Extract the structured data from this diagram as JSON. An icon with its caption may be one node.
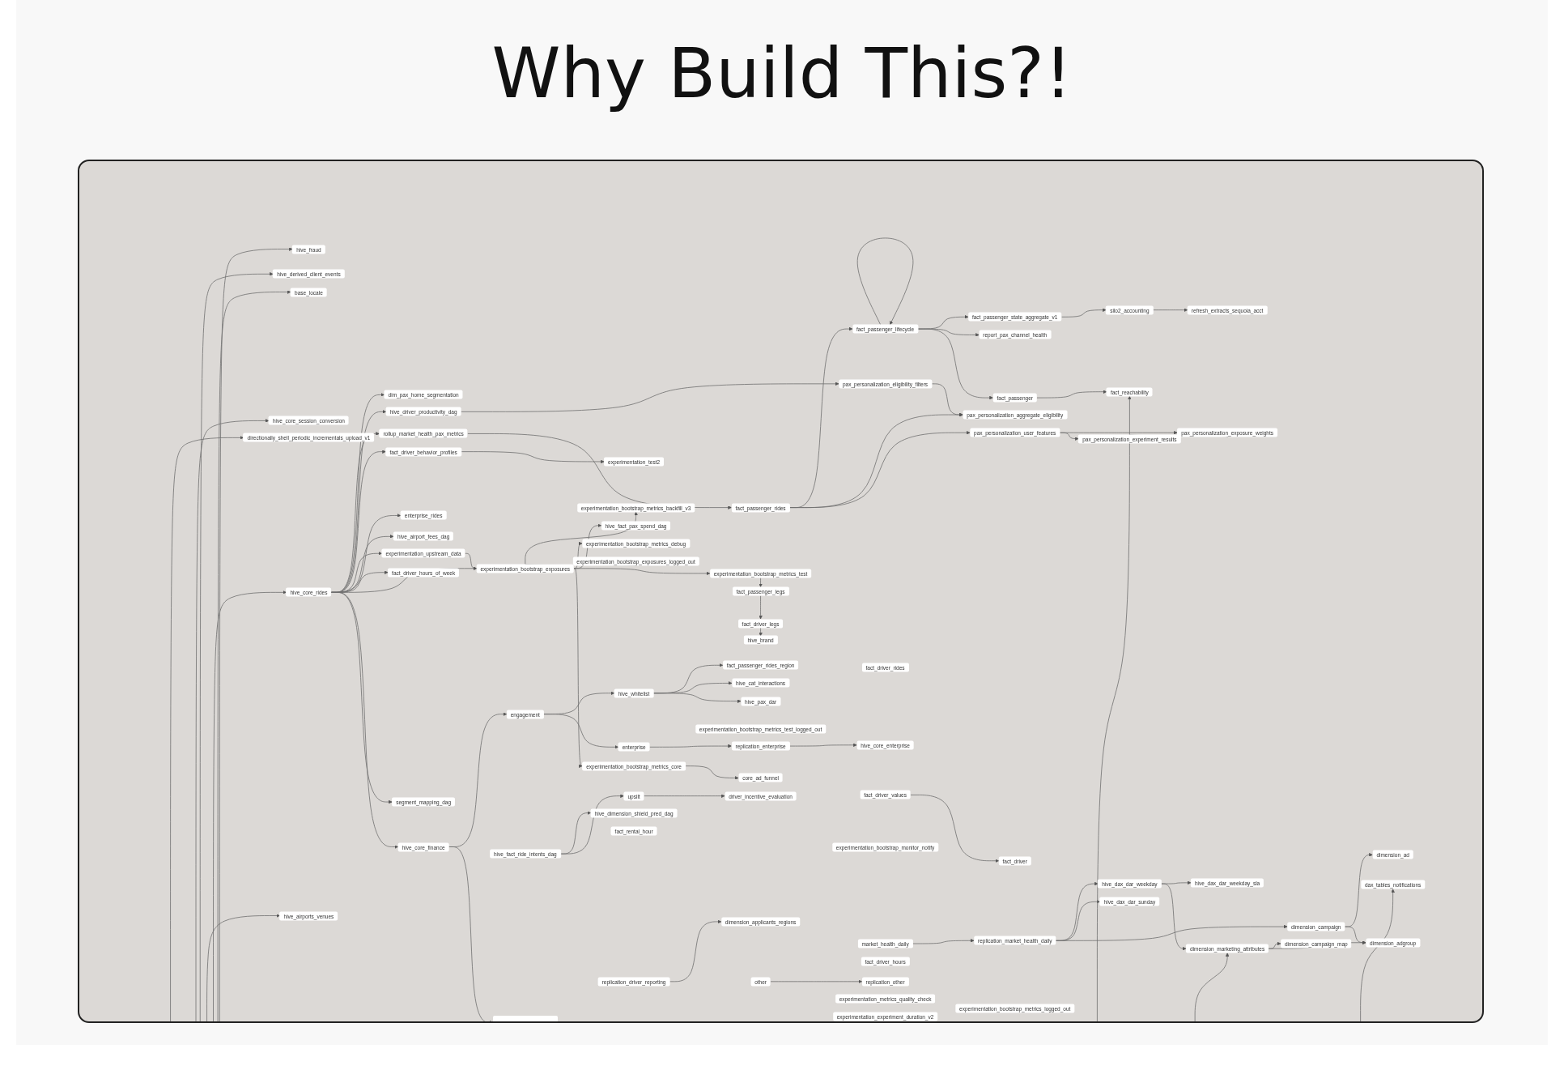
{
  "diagram": {
    "title": "Why Build This?!",
    "nodes": [
      {
        "text": [
          "hive_fraud"
        ]
      },
      {
        "text": [
          "hive_derived_client_events"
        ]
      },
      {
        "text": [
          "base_locale"
        ]
      },
      {
        "text": [
          "hive_core_session_conversion"
        ]
      },
      {
        "text": [
          "directionally_shell_periodic_incrementals_upload_v1"
        ]
      },
      {
        "text": [
          "dim_pax_home_segmentation"
        ]
      },
      {
        "text": [
          "hive_driver_productivity_dag"
        ]
      },
      {
        "text": [
          "rollup_market_health_pax_metrics"
        ]
      },
      {
        "text": [
          "fact_driver_behavior_profiles"
        ]
      },
      {
        "text": [
          "experimentation_test2"
        ]
      },
      {
        "text": [
          "enterprise_rides"
        ]
      },
      {
        "text": [
          "hive_airport_fees_dag"
        ]
      },
      {
        "text": [
          "experimentation_upstream_data"
        ]
      },
      {
        "text": [
          "fact_driver_hours_of_week"
        ]
      },
      {
        "text": [
          "hive_core_rides"
        ]
      },
      {
        "text": [
          "experimentation_bootstrap_exposures"
        ]
      },
      {
        "text": [
          "experimentation_bootstrap_metrics_backfill_v3"
        ]
      },
      {
        "text": [
          "hive_fact_pax_spend_dag"
        ]
      },
      {
        "text": [
          "experimentation_bootstrap_metrics_debug"
        ]
      },
      {
        "text": [
          "experimentation_bootstrap_exposures_logged_out"
        ]
      },
      {
        "text": [
          "fact_passenger_rides"
        ]
      },
      {
        "text": [
          "experimentation_bootstrap_metrics_test"
        ]
      },
      {
        "text": [
          "fact_passenger_legs"
        ]
      },
      {
        "text": [
          "fact_driver_legs"
        ]
      },
      {
        "text": [
          "hive_brand"
        ]
      },
      {
        "text": [
          "fact_passenger_rides_region"
        ]
      },
      {
        "text": [
          "hive_cat_interactions"
        ]
      },
      {
        "text": [
          "hive_pax_dar"
        ]
      },
      {
        "text": [
          "hive_whitelist"
        ]
      },
      {
        "text": [
          "engagement"
        ]
      },
      {
        "text": [
          "experimentation_bootstrap_metrics_test_logged_out"
        ]
      },
      {
        "text": [
          "enterprise"
        ]
      },
      {
        "text": [
          "replication_enterprise"
        ]
      },
      {
        "text": [
          "experimentation_bootstrap_metrics_core"
        ]
      },
      {
        "text": [
          "core_ad_funnel"
        ]
      },
      {
        "text": [
          "upsilt"
        ]
      },
      {
        "text": [
          "driver_incentive_evaluation"
        ]
      },
      {
        "text": [
          "hive_dimension_shield_pred_dag"
        ]
      },
      {
        "text": [
          "fact_rental_hour"
        ]
      },
      {
        "text": [
          "hive_fact_ride_intents_dag"
        ]
      },
      {
        "text": [
          "segment_mapping_dag"
        ]
      },
      {
        "text": [
          "hive_core_finance"
        ]
      },
      {
        "text": [
          "hive_airports_venues"
        ]
      },
      {
        "text": [
          "fact_passenger_lifecycle"
        ]
      },
      {
        "text": [
          "fact_passenger_state_aggregate_v1"
        ]
      },
      {
        "text": [
          "report_pax_channel_health"
        ]
      },
      {
        "text": [
          "silo2_accounting"
        ]
      },
      {
        "text": [
          "refresh_extracts_sequoia_acct"
        ]
      },
      {
        "text": [
          "pax_personalization_eligibility_filters"
        ]
      },
      {
        "text": [
          "fact_passenger"
        ]
      },
      {
        "text": [
          "fact_reachability"
        ]
      },
      {
        "text": [
          "pax_personalization_aggregate_eligibility"
        ]
      },
      {
        "text": [
          "pax_personalization_user_features"
        ]
      },
      {
        "text": [
          "pax_personalization_experiment_results"
        ]
      },
      {
        "text": [
          "pax_personalization_exposure_weights"
        ]
      },
      {
        "text": [
          "fact_driver_rides"
        ]
      },
      {
        "text": [
          "hive_core_enterprise"
        ]
      },
      {
        "text": [
          "fact_driver_values"
        ]
      },
      {
        "text": [
          "experimentation_bootstrap_monitor_notify"
        ]
      },
      {
        "text": [
          "fact_driver"
        ]
      },
      {
        "text": [
          "dimension_applicants_regions"
        ]
      },
      {
        "text": [
          "market_health_daily"
        ]
      },
      {
        "text": [
          "fact_driver_hours"
        ]
      },
      {
        "text": [
          "replication_driver_reporting"
        ]
      },
      {
        "text": [
          "other"
        ]
      },
      {
        "text": [
          "replication_other"
        ]
      },
      {
        "text": [
          "experimentation_metrics_quality_check"
        ]
      },
      {
        "text": [
          "experimentation_experiment_duration_v2"
        ]
      },
      {
        "text": [
          "replication_market_health_daily"
        ]
      },
      {
        "text": [
          "experimentation_bootstrap_metrics_logged_out"
        ]
      },
      {
        "text": [
          "hive_dax_dar_weekday"
        ]
      },
      {
        "text": [
          "hive_dax_dar_weekday_sla"
        ]
      },
      {
        "text": [
          "hive_dax_dar_sunday"
        ]
      },
      {
        "text": [
          "dimension_campaign"
        ]
      },
      {
        "text": [
          "dimension_campaign_map"
        ]
      },
      {
        "text": [
          "dimension_marketing_attributes"
        ]
      },
      {
        "text": [
          "dimension_adgroup"
        ]
      },
      {
        "text": [
          "dimension_ad"
        ]
      },
      {
        "text": [
          "dax_tables_notifications"
        ]
      },
      {
        "text": [],
        "shape": "box"
      }
    ],
    "edges": [
      {
        "from": null,
        "to": 0,
        "arrow": "to"
      },
      {
        "from": null,
        "to": 1,
        "arrow": "to"
      },
      {
        "from": null,
        "to": 2,
        "arrow": "to"
      },
      {
        "from": null,
        "to": 3,
        "arrow": "to"
      },
      {
        "from": null,
        "to": 4,
        "arrow": "to"
      },
      {
        "from": null,
        "to": 14,
        "arrow": "to"
      },
      {
        "from": null,
        "to": 42,
        "arrow": "to"
      },
      {
        "from": 14,
        "to": 5,
        "arrow": "to"
      },
      {
        "from": 14,
        "to": 6,
        "arrow": "to"
      },
      {
        "from": 14,
        "to": 7,
        "arrow": "to"
      },
      {
        "from": 14,
        "to": 8,
        "arrow": "to"
      },
      {
        "from": 14,
        "to": 10,
        "arrow": "to"
      },
      {
        "from": 14,
        "to": 11,
        "arrow": "to"
      },
      {
        "from": 14,
        "to": 12,
        "arrow": "to"
      },
      {
        "from": 14,
        "to": 13,
        "arrow": "to"
      },
      {
        "from": 14,
        "to": 15,
        "arrow": "to"
      },
      {
        "from": 14,
        "to": 40,
        "arrow": "to"
      },
      {
        "from": 14,
        "to": 41,
        "arrow": "to"
      },
      {
        "from": 12,
        "to": 15,
        "arrow": "to"
      },
      {
        "from": 15,
        "to": 16,
        "arrow": "to"
      },
      {
        "from": 15,
        "to": 17,
        "arrow": "to"
      },
      {
        "from": 15,
        "to": 18,
        "arrow": "to"
      },
      {
        "from": 15,
        "to": 19,
        "arrow": "to"
      },
      {
        "from": 15,
        "to": 21,
        "arrow": "to"
      },
      {
        "from": 15,
        "to": 33,
        "arrow": "to"
      },
      {
        "from": 8,
        "to": 9,
        "arrow": "to"
      },
      {
        "from": 7,
        "to": 20,
        "arrow": "to"
      },
      {
        "from": 6,
        "to": 48,
        "arrow": "to"
      },
      {
        "from": 20,
        "to": 43,
        "arrow": "to"
      },
      {
        "from": 20,
        "to": 52,
        "arrow": "to"
      },
      {
        "from": 20,
        "to": 51,
        "arrow": "to"
      },
      {
        "from": 43,
        "to": 43,
        "arrow": "to"
      },
      {
        "from": 43,
        "to": 44,
        "arrow": "to"
      },
      {
        "from": 43,
        "to": 45,
        "arrow": "to"
      },
      {
        "from": 43,
        "to": 49,
        "arrow": "to"
      },
      {
        "from": 44,
        "to": 46,
        "arrow": "to"
      },
      {
        "from": 46,
        "to": 47,
        "arrow": "to"
      },
      {
        "from": 49,
        "to": 50,
        "arrow": "to"
      },
      {
        "from": 48,
        "to": 51,
        "arrow": "to"
      },
      {
        "from": 52,
        "to": 54,
        "arrow": "to"
      },
      {
        "from": 52,
        "to": 53,
        "arrow": "to"
      },
      {
        "from": 53,
        "to": 54,
        "arrow": "to"
      },
      {
        "from": 21,
        "to": 22,
        "arrow": "to"
      },
      {
        "from": 22,
        "to": 23,
        "arrow": "to"
      },
      {
        "from": 23,
        "to": 24,
        "arrow": "to"
      },
      {
        "from": 28,
        "to": 25,
        "arrow": "to"
      },
      {
        "from": 28,
        "to": 26,
        "arrow": "to"
      },
      {
        "from": 28,
        "to": 27,
        "arrow": "to"
      },
      {
        "from": 29,
        "to": 28,
        "arrow": "to"
      },
      {
        "from": 29,
        "to": 31,
        "arrow": "to"
      },
      {
        "from": 31,
        "to": 32,
        "arrow": "to"
      },
      {
        "from": 32,
        "to": 56,
        "arrow": "to"
      },
      {
        "from": 33,
        "to": 34,
        "arrow": "to"
      },
      {
        "from": 35,
        "to": 36,
        "arrow": "to"
      },
      {
        "from": 39,
        "to": 35,
        "arrow": "to"
      },
      {
        "from": 39,
        "to": 37,
        "arrow": "to"
      },
      {
        "from": 41,
        "to": 29,
        "arrow": "to"
      },
      {
        "from": 63,
        "to": 60,
        "arrow": "to"
      },
      {
        "from": 64,
        "to": 65,
        "arrow": "to"
      },
      {
        "from": 61,
        "to": 68,
        "arrow": "to"
      },
      {
        "from": 57,
        "to": 59,
        "arrow": "to"
      },
      {
        "from": 68,
        "to": 70,
        "arrow": "to"
      },
      {
        "from": 68,
        "to": 72,
        "arrow": "to"
      },
      {
        "from": 68,
        "to": 73,
        "arrow": "to"
      },
      {
        "from": 70,
        "to": 71,
        "arrow": "to"
      },
      {
        "from": 70,
        "to": 75,
        "arrow": "to"
      },
      {
        "from": 75,
        "to": 74,
        "arrow": "to"
      },
      {
        "from": 75,
        "to": 76,
        "arrow": "to"
      },
      {
        "from": 73,
        "to": 76,
        "arrow": "to"
      },
      {
        "from": 73,
        "to": 77,
        "arrow": "to"
      },
      {
        "from": null,
        "to": 78,
        "arrow": "to"
      },
      {
        "from": null,
        "to": 75,
        "arrow": "to"
      },
      {
        "from": null,
        "to": 50,
        "arrow": "to"
      },
      {
        "from": 41,
        "to": 79,
        "arrow": "to"
      }
    ]
  }
}
